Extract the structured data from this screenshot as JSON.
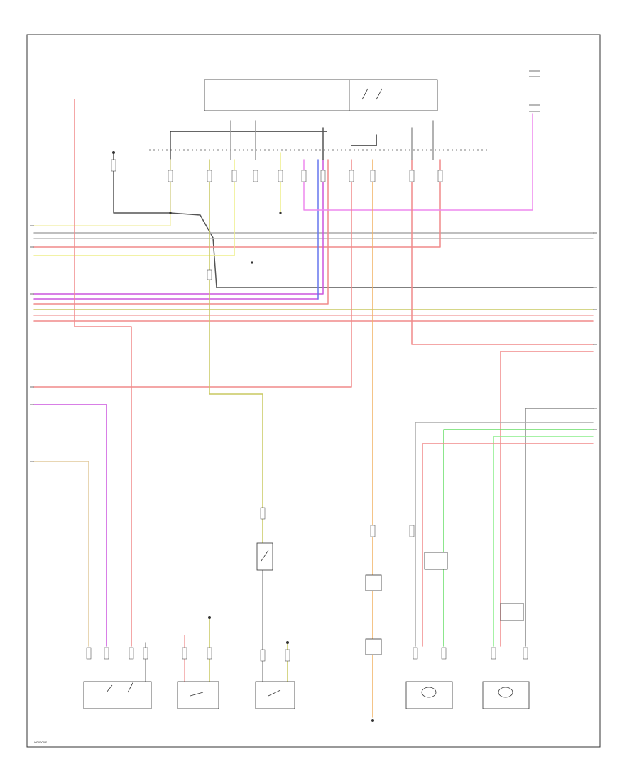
{
  "colors": {
    "red": "#f08a8a",
    "pink": "#f2a0a0",
    "yellow": "#eeee88",
    "pale_yellow": "#f4f0b0",
    "gray": "#999999",
    "dark_gray": "#555555",
    "black": "#333333",
    "violet": "#cc55dd",
    "blue": "#6677ee",
    "orange": "#f0b060",
    "green": "#66dd66",
    "tan": "#e0c89a",
    "magenta": "#ee88ee",
    "olive": "#c8c860"
  },
  "footer": {
    "code": "W00000 F"
  },
  "icons": {
    "ground": "ground-symbol",
    "splice": "splice-dot",
    "connector": "connector-pins",
    "switch": "switch-contact"
  }
}
